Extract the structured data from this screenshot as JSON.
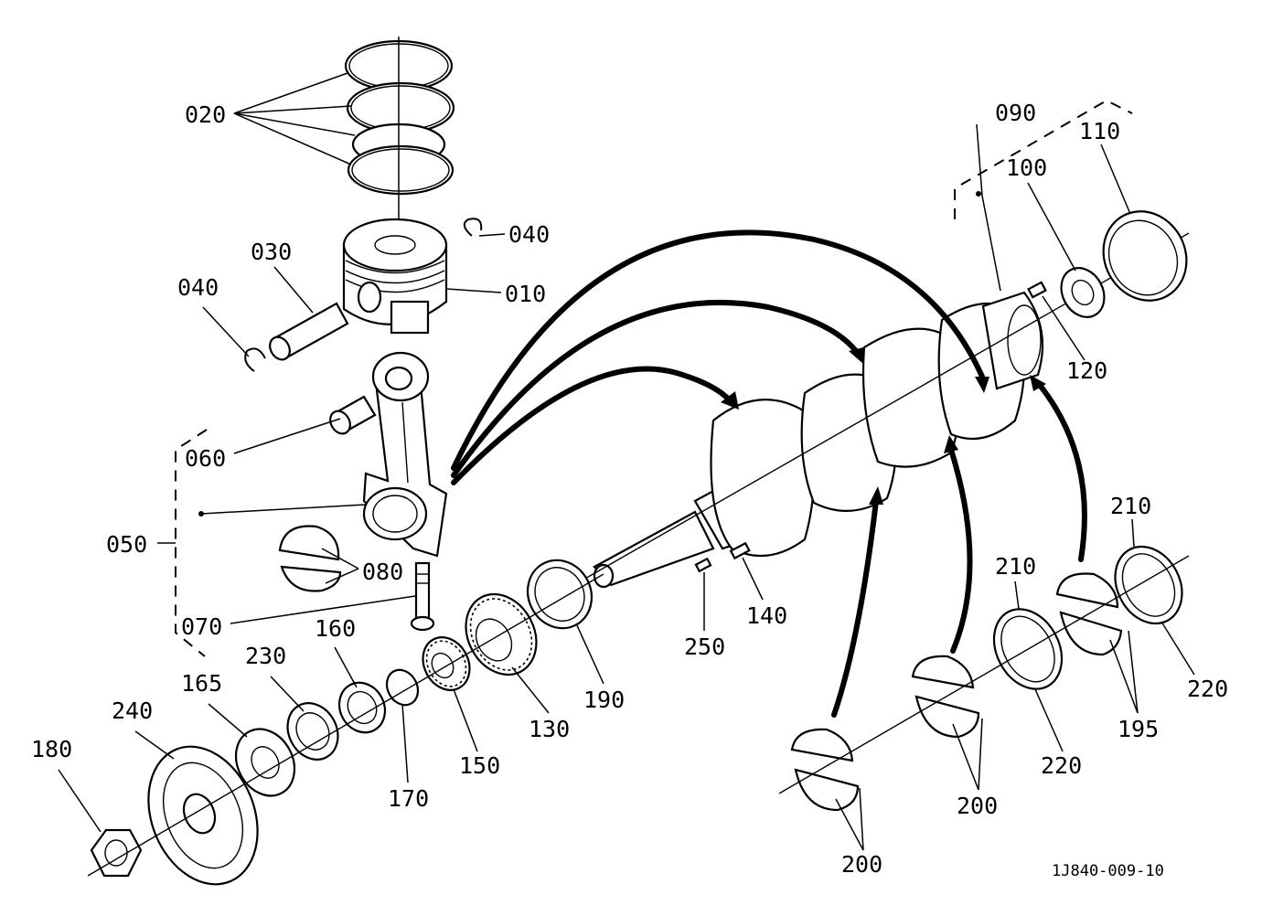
{
  "diagram": {
    "drawing_code": "1J840-009-10",
    "labels": [
      {
        "id": "l020",
        "text": "020"
      },
      {
        "id": "l040a",
        "text": "040"
      },
      {
        "id": "l030",
        "text": "030"
      },
      {
        "id": "l040b",
        "text": "040"
      },
      {
        "id": "l010",
        "text": "010"
      },
      {
        "id": "l060",
        "text": "060"
      },
      {
        "id": "l050",
        "text": "050"
      },
      {
        "id": "l080",
        "text": "080"
      },
      {
        "id": "l070",
        "text": "070"
      },
      {
        "id": "l230",
        "text": "230"
      },
      {
        "id": "l160",
        "text": "160"
      },
      {
        "id": "l165",
        "text": "165"
      },
      {
        "id": "l240",
        "text": "240"
      },
      {
        "id": "l180",
        "text": "180"
      },
      {
        "id": "l170",
        "text": "170"
      },
      {
        "id": "l150",
        "text": "150"
      },
      {
        "id": "l130",
        "text": "130"
      },
      {
        "id": "l190",
        "text": "190"
      },
      {
        "id": "l250",
        "text": "250"
      },
      {
        "id": "l140",
        "text": "140"
      },
      {
        "id": "l090",
        "text": "090"
      },
      {
        "id": "l110",
        "text": "110"
      },
      {
        "id": "l100",
        "text": "100"
      },
      {
        "id": "l120",
        "text": "120"
      },
      {
        "id": "l210a",
        "text": "210"
      },
      {
        "id": "l210b",
        "text": "210"
      },
      {
        "id": "l220a",
        "text": "220"
      },
      {
        "id": "l220b",
        "text": "220"
      },
      {
        "id": "l195",
        "text": "195"
      },
      {
        "id": "l200a",
        "text": "200"
      },
      {
        "id": "l200b",
        "text": "200"
      }
    ]
  }
}
